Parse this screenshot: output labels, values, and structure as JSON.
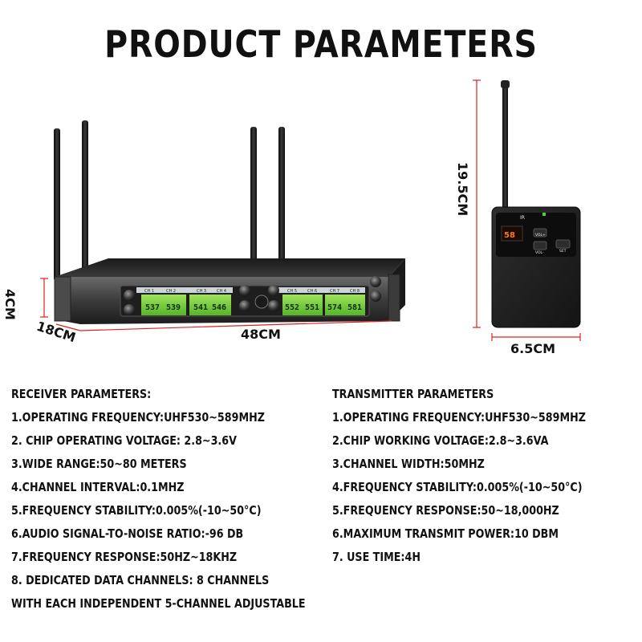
{
  "title": "PRODUCT PARAMETERS",
  "dimensions": {
    "receiver_height": "4CM",
    "receiver_depth": "18CM",
    "receiver_width": "48CM",
    "transmitter_height": "19.5CM",
    "transmitter_width": "6.5CM"
  },
  "receiver_display": {
    "channel_labels": [
      "CH 1",
      "CH 2",
      "CH 3",
      "CH 4",
      "CH 5",
      "CH 6",
      "CH 7",
      "CH 8"
    ],
    "readouts": [
      "537",
      "539",
      "541",
      "546",
      "552",
      "551",
      "574",
      "581"
    ]
  },
  "transmitter_display": {
    "brand": "IR",
    "readout": "58",
    "vol_plus": "VOL+",
    "vol_minus": "VOL-",
    "set": "SET"
  },
  "receiver_params": {
    "heading": "RECEIVER PARAMETERS:",
    "items": [
      "1.OPERATING FREQUENCY:UHF530~589MHZ",
      "2. CHIP OPERATING VOLTAGE: 2.8~3.6V",
      "3.WIDE RANGE:50~80 METERS",
      "4.CHANNEL INTERVAL:0.1MHZ",
      "5.FREQUENCY STABILITY:0.005%(-10~50°C)",
      "6.AUDIO SIGNAL-TO-NOISE RATIO:-96 DB",
      "7.FREQUENCY RESPONSE:50HZ~18KHZ",
      "8. DEDICATED DATA CHANNELS: 8 CHANNELS",
      "WITH EACH INDEPENDENT 5-CHANNEL ADJUSTABLE"
    ]
  },
  "transmitter_params": {
    "heading": "TRANSMITTER PARAMETERS",
    "items": [
      "1.OPERATING FREQUENCY:UHF530~589MHZ",
      "2.CHIP WORKING VOLTAGE:2.8~3.6VA",
      "3.CHANNEL WIDTH:50MHZ",
      "4.FREQUENCY STABILITY:0.005%(-10~50°C)",
      "5.FREQUENCY RESPONSE:50~18,000HZ",
      "6.MAXIMUM TRANSMIT POWER:10 DBM",
      "7. USE TIME:4H"
    ]
  },
  "colors": {
    "dimension_line": "#e0201e",
    "lcd_green": "#7fd43a",
    "lcd_orange": "#ff7a1a",
    "device_body": "#2a2a2a"
  }
}
